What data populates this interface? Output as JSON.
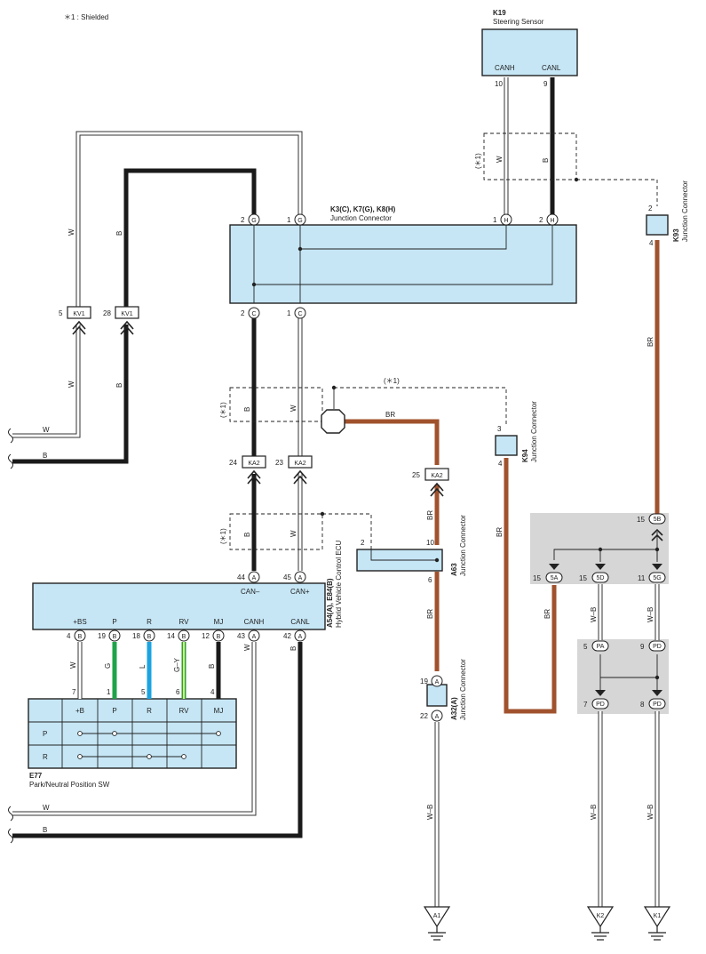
{
  "note": "＊1 : Shielded",
  "colors": {
    "B": "#1a1a1a",
    "BR": "#a0522d",
    "G": "#1fa34a",
    "L": "#1aa3e0",
    "GY": "#e3e86a",
    "W": "#ffffff",
    "WB": "#ffffff",
    "box": "#c6e6f5"
  },
  "k19": {
    "code": "K19",
    "name": "Steering Sensor",
    "canh": "CANH",
    "canl": "CANL",
    "pin_canh": "10",
    "pin_canl": "9"
  },
  "shield_label": "(＊1)",
  "wire_labels": {
    "w": "W",
    "b": "B",
    "br": "BR",
    "wb": "W–B",
    "g": "G",
    "l": "L",
    "gy": "G–Y"
  },
  "k3": {
    "code": "K3(C), K7(G), K8(H)",
    "name": "Junction Connector",
    "pin_g2": "2",
    "pin_g1": "1",
    "pin_h1": "1",
    "pin_h2": "2",
    "pin_c2": "2",
    "pin_c1": "1",
    "g": "G",
    "h": "H",
    "c": "C"
  },
  "kv1": {
    "code": "KV1",
    "pin_a": "5",
    "pin_b": "28"
  },
  "ka2": {
    "code": "KA2",
    "pin_a": "24",
    "pin_b": "23",
    "pin_c": "25"
  },
  "k93": {
    "code": "K93",
    "name": "Junction Connector",
    "pin_top": "2",
    "pin_bot": "4"
  },
  "k94": {
    "code": "K94",
    "name": "Junction Connector",
    "pin_top": "3",
    "pin_bot": "4"
  },
  "a63": {
    "code": "A63",
    "name": "Junction Connector",
    "pin_left": "2",
    "pin_top": "10",
    "pin_bot": "6"
  },
  "ecu": {
    "code": "A54(A), E84(B)",
    "name": "Hybrid Vehicle Control ECU",
    "can_minus": "CAN–",
    "can_plus": "CAN+",
    "pin_can_minus": "44",
    "pin_can_plus": "45",
    "terminals": [
      "+BS",
      "P",
      "R",
      "RV",
      "MJ",
      "CANH",
      "CANL"
    ],
    "pins": [
      "4",
      "19",
      "18",
      "14",
      "12",
      "43",
      "42"
    ],
    "letters": [
      "B",
      "B",
      "B",
      "B",
      "B",
      "A",
      "A"
    ],
    "a": "A",
    "b": "B"
  },
  "e77": {
    "code": "E77",
    "name": "Park/Neutral Position SW",
    "cols": [
      "+B",
      "P",
      "R",
      "RV",
      "MJ"
    ],
    "pins": [
      "7",
      "1",
      "5",
      "6",
      "4"
    ],
    "rows": [
      "P",
      "R"
    ]
  },
  "a32": {
    "code": "A32(A)",
    "name": "Junction Connector",
    "pin_top": "19",
    "pin_bot": "22",
    "letter": "A"
  },
  "jb": {
    "p5b": "15",
    "l5b": "5B",
    "p5a": "15",
    "l5a": "5A",
    "p5d": "15",
    "l5d": "5D",
    "p5g": "11",
    "l5g": "5G",
    "ppa": "5",
    "lpa": "PA",
    "ppd1": "9",
    "lpd": "PD",
    "ppd2": "7",
    "ppd3": "8"
  },
  "grounds": [
    "A1",
    "K2",
    "K1"
  ]
}
